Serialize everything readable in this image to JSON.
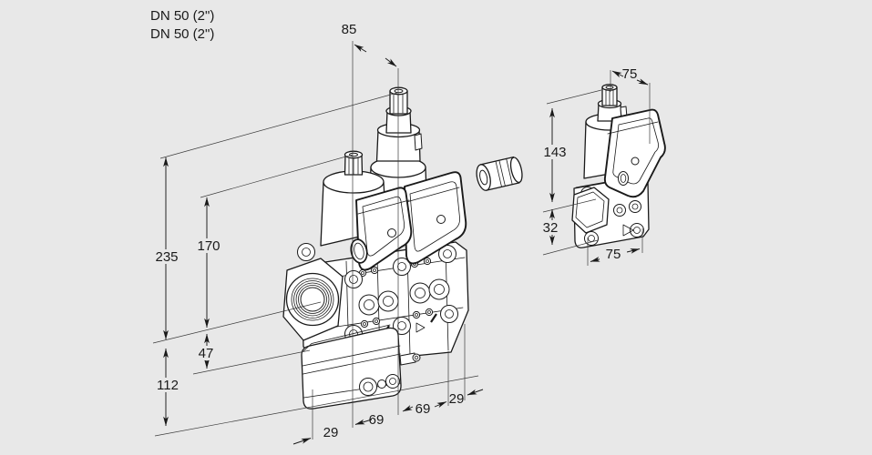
{
  "drawing_title": "valve-dimension-drawing",
  "colors": {
    "background": "#e8e8e8",
    "line": "#1a1a1a",
    "part_fill": "#ffffff"
  },
  "annotations": {
    "dn_line1": "DN 50 (2\")",
    "dn_line2": "DN 50 (2\")"
  },
  "main_view": {
    "description": "double-solenoid-valve-front-isometric",
    "dims": {
      "stem_spacing": "85",
      "overall_height": "235",
      "actuator_height": "170",
      "lower_section": "47",
      "bottom_unit_height": "112",
      "bottom_left": "29",
      "bottom_mid_left": "69",
      "bottom_mid_right": "69",
      "bottom_right": "29"
    }
  },
  "side_view": {
    "description": "single-valve-side-isometric",
    "dims": {
      "top_depth": "75",
      "upper_height": "143",
      "lower_height": "32",
      "bottom_depth": "75"
    }
  }
}
